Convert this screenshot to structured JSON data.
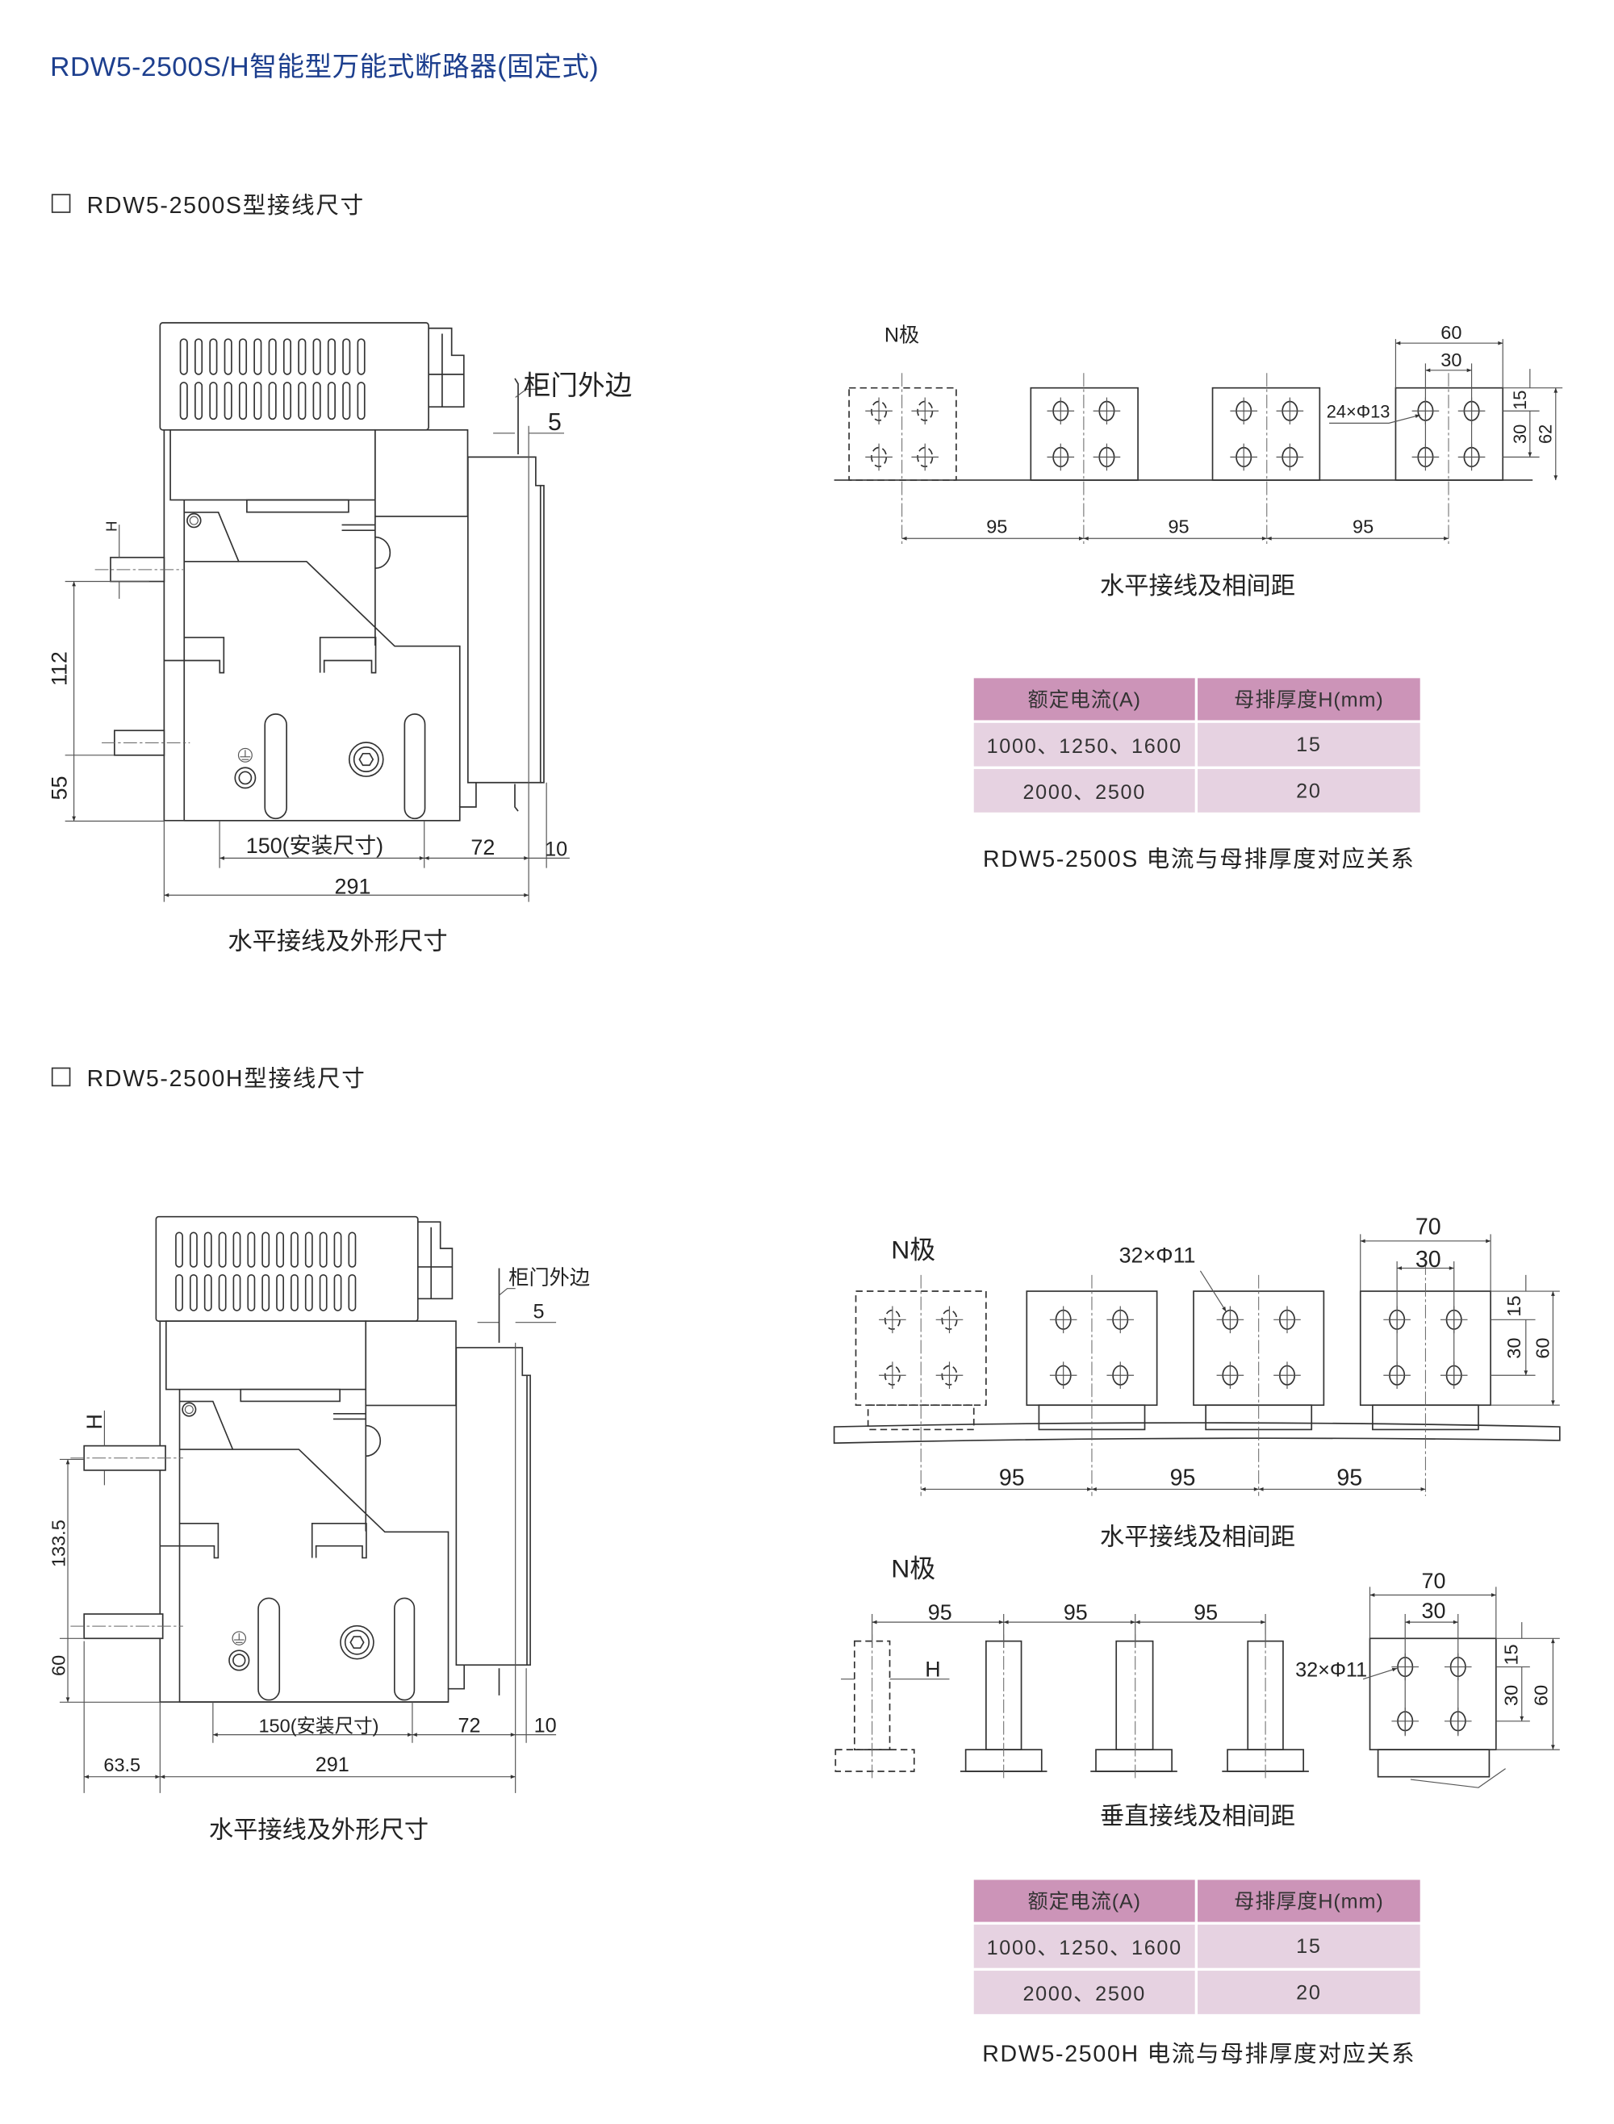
{
  "title": "RDW5-2500S/H智能型万能式断路器(固定式)",
  "section_s": {
    "heading": "RDW5-2500S型接线尺寸",
    "outline": {
      "door_edge": "柜门外边",
      "door_gap": "5",
      "h": "H",
      "dim_112": "112",
      "dim_55": "55",
      "dim_150": "150(安装尺寸)",
      "dim_72": "72",
      "dim_10": "10",
      "dim_291": "291",
      "caption": "水平接线及外形尺寸"
    },
    "busbar": {
      "n_pole": "N极",
      "spacing": [
        "95",
        "95",
        "95"
      ],
      "width": "60",
      "hole_pitch": "30",
      "top": "15",
      "v_pitch": "30",
      "height": "62",
      "holes": "24×Φ13",
      "caption": "水平接线及相间距"
    },
    "table": {
      "headers": [
        "额定电流(A)",
        "母排厚度H(mm)"
      ],
      "rows": [
        [
          "1000、1250、1600",
          "15"
        ],
        [
          "2000、2500",
          "20"
        ]
      ],
      "caption": "RDW5-2500S  电流与母排厚度对应关系"
    }
  },
  "section_h": {
    "heading": "RDW5-2500H型接线尺寸",
    "outline": {
      "door_edge": "柜门外边",
      "door_gap": "5",
      "h": "H",
      "dim_133": "133.5",
      "dim_60": "60",
      "dim_150": "150(安装尺寸)",
      "dim_72": "72",
      "dim_10": "10",
      "dim_291": "291",
      "dim_63": "63.5",
      "caption": "水平接线及外形尺寸"
    },
    "busbar_h": {
      "n_pole": "N极",
      "spacing": [
        "95",
        "95",
        "95"
      ],
      "width": "70",
      "hole_pitch": "30",
      "top": "15",
      "v_pitch": "30",
      "height": "60",
      "holes": "32×Φ11",
      "caption": "水平接线及相间距"
    },
    "busbar_v": {
      "n_pole": "N极",
      "spacing": [
        "95",
        "95",
        "95"
      ],
      "h": "H",
      "width": "70",
      "hole_pitch": "30",
      "top": "15",
      "v_pitch": "30",
      "height": "60",
      "holes": "32×Φ11",
      "caption": "垂直接线及相间距"
    },
    "table": {
      "headers": [
        "额定电流(A)",
        "母排厚度H(mm)"
      ],
      "rows": [
        [
          "1000、1250、1600",
          "15"
        ],
        [
          "2000、2500",
          "20"
        ]
      ],
      "caption": "RDW5-2500H  电流与母排厚度对应关系"
    }
  },
  "colors": {
    "title": "#1d3f8e",
    "table_header": "#cc94b8",
    "table_row": "#e6d2e1"
  }
}
